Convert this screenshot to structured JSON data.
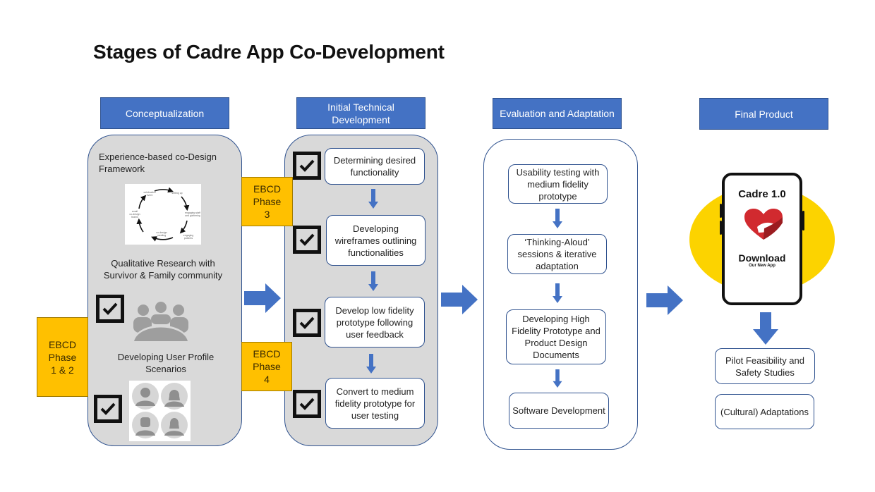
{
  "title": "Stages of Cadre App Co-Development",
  "colors": {
    "header_blue": "#4472c4",
    "phase_yellow": "#ffc000",
    "panel_grey": "#d9d9d9",
    "circle_yellow": "#fcd300",
    "logo_red": "#d12a2f"
  },
  "stages": [
    {
      "header": "Conceptualization",
      "items": [
        {
          "label": "Experience-based co-Design Framework",
          "image": "ebcd-cycle-diagram",
          "checked": false
        },
        {
          "label": "Qualitative Research with Survivor & Family community",
          "image": "group-meeting-icon",
          "checked": true
        },
        {
          "label": "Developing User Profile Scenarios",
          "image": "user-profiles-icon",
          "checked": true
        }
      ]
    },
    {
      "header": "Initial Technical Development",
      "steps": [
        {
          "label": "Determining desired functionality",
          "checked": true
        },
        {
          "label": "Developing wireframes outlining functionalities",
          "checked": true
        },
        {
          "label": "Develop low fidelity prototype following user feedback",
          "checked": true
        },
        {
          "label": "Convert to medium fidelity prototype for user testing",
          "checked": true
        }
      ]
    },
    {
      "header": "Evaluation and Adaptation",
      "steps": [
        {
          "label": "Usability testing with medium fidelity prototype"
        },
        {
          "label": "‘Thinking-Aloud’ sessions & iterative adaptation"
        },
        {
          "label": "Developing High Fidelity Prototype and Product Design Documents"
        },
        {
          "label": "Software Development"
        }
      ]
    },
    {
      "header": "Final Product",
      "phone": {
        "app_name": "Cadre 1.0",
        "cta": "Download",
        "cta_sub": "Our New App"
      },
      "steps": [
        {
          "label": "Pilot Feasibility and Safety Studies"
        },
        {
          "label": "(Cultural) Adaptations"
        }
      ]
    }
  ],
  "phases": [
    {
      "label": "EBCD\nPhase\n1 & 2"
    },
    {
      "label": "EBCD\nPhase\n3"
    },
    {
      "label": "EBCD\nPhase\n4"
    }
  ],
  "cycle_nodes": [
    "celebration event",
    "setting up",
    "engaging staff and gathering experiences",
    "engaging patients and gathering experiences",
    "co-design meeting",
    "small co-design teams"
  ]
}
